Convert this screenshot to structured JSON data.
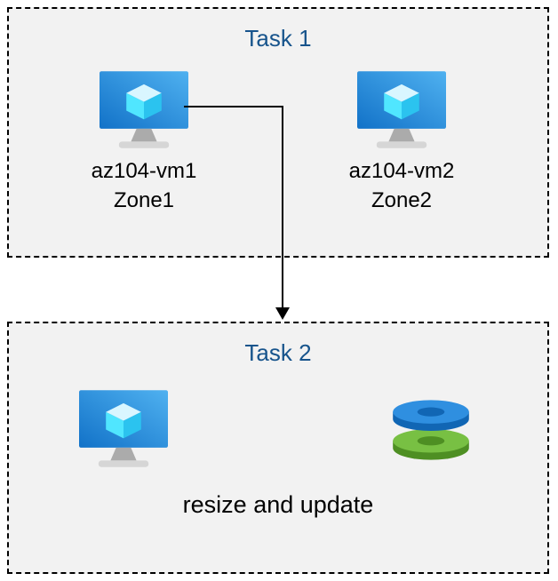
{
  "task1": {
    "title": "Task 1",
    "vms": [
      {
        "name": "az104-vm1",
        "zone": "Zone1",
        "icon": "azure-vm-icon"
      },
      {
        "name": "az104-vm2",
        "zone": "Zone2",
        "icon": "azure-vm-icon"
      }
    ]
  },
  "task2": {
    "title": "Task 2",
    "caption": "resize and update",
    "icons": [
      "azure-vm-icon",
      "azure-disks-icon"
    ]
  },
  "colors": {
    "task_title": "#17548c",
    "panel_background": "#f2f2f2",
    "panel_border": "#000000",
    "arrow": "#000000",
    "vm_screen_blue": "#1b84d8",
    "vm_cube_blue": "#50e6ff",
    "disk_blue": "#2f8fe0",
    "disk_green": "#78c043"
  }
}
